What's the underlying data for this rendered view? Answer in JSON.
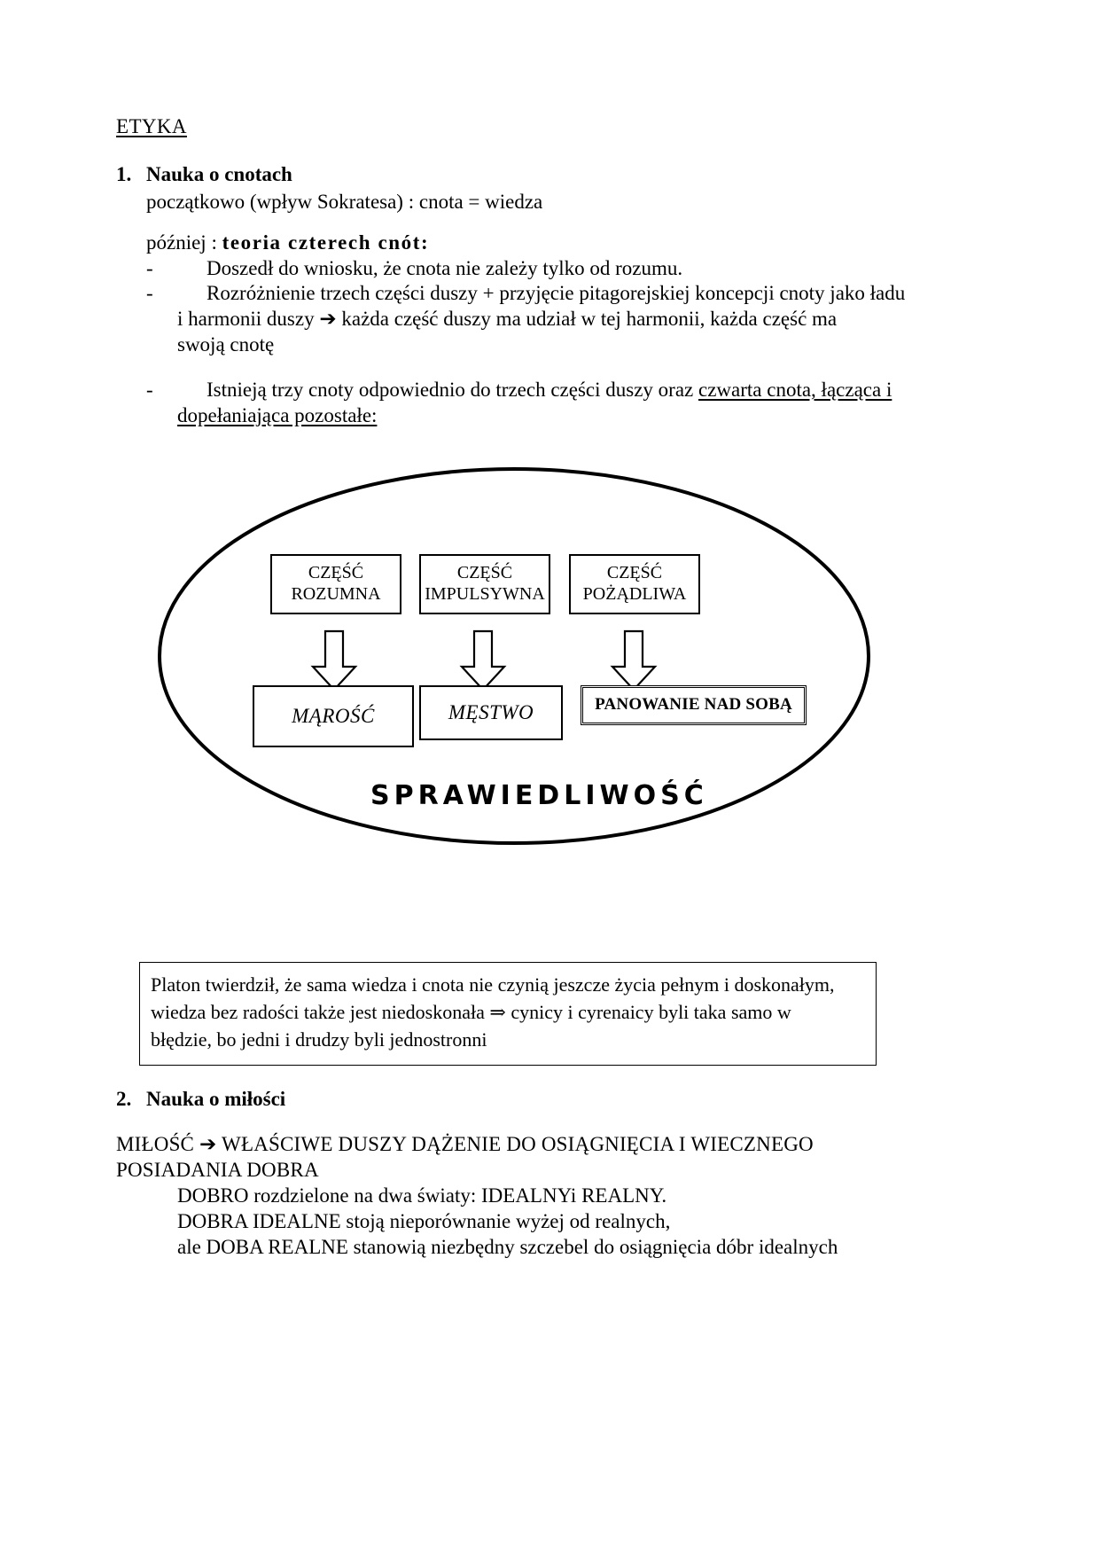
{
  "document": {
    "title": "ETYKA",
    "sections": [
      {
        "number": "1.",
        "heading": "Nauka o cnotach",
        "intro": "początkowo (wpływ Sokratesa) : cnota = wiedza",
        "subheading_prefix": "później : ",
        "subheading_bold": "teoria czterech cnót:",
        "bullets": [
          {
            "dash": "-",
            "lines": [
              "Doszedł do wniosku, że cnota  nie zależy tylko od rozumu."
            ]
          },
          {
            "dash": "-",
            "lines": [
              "Rozróżnienie trzech części duszy  + przyjęcie pitagorejskiej koncepcji cnoty jako ładu",
              "i harmonii duszy ➔ każda część duszy ma udział w tej harmonii, każda część ma",
              "swoją cnotę"
            ]
          },
          {
            "dash": "-",
            "lines": [
              "Istnieją trzy cnoty odpowiednio do trzech części duszy oraz czwarta cnota, łącząca i",
              "dopełaniająca pozostałe:"
            ],
            "bold_fragment": "trzy cnoty",
            "underlined_fragment": "czwarta cnota, łącząca i",
            "underlined_line2": "dopełaniająca pozostałe:"
          }
        ]
      },
      {
        "number": "2.",
        "heading": "Nauka o miłości",
        "lines": [
          "MIŁOŚĆ ➔ WŁAŚCIWE DUSZY DĄŻENIE DO OSIĄGNIĘCIA I WIECZNEGO",
          "POSIADANIA DOBRA"
        ],
        "indented_lines": [
          "DOBRO rozdzielone na dwa światy: IDEALNYi REALNY.",
          "DOBRA IDEALNE stoją nieporównanie wyżej od realnych,",
          "ale DOBA REALNE stanowią niezbędny szczebel do osiągnięcia dóbr idealnych"
        ]
      }
    ]
  },
  "diagram": {
    "outer_shape": "ellipse",
    "top_boxes": [
      {
        "line1": "CZĘŚĆ",
        "line2": "ROZUMNA"
      },
      {
        "line1": "CZĘŚĆ",
        "line2": "IMPULSYWNA"
      },
      {
        "line1": "CZĘŚĆ",
        "line2": "POŻĄDLIWA"
      }
    ],
    "arrows": [
      "down-block-arrow",
      "down-block-arrow",
      "down-block-arrow"
    ],
    "bottom_boxes": [
      {
        "label": "MĄROŚĆ",
        "style": "italic"
      },
      {
        "label": "MĘSTWO",
        "style": "italic"
      },
      {
        "label": "PANOWANIE NAD SOBĄ",
        "style": "bold"
      }
    ],
    "caption": "SPRAWIEDLIWOŚĆ"
  },
  "callout": {
    "lines": [
      "Platon twierdził, że sama wiedza i cnota nie czynią jeszcze życia pełnym i doskonałym,",
      "wiedza bez radości także jest niedoskonała ⇒ cynicy i cyrenaicy byli taka samo w",
      "błędzie, bo jedni i drudzy byli jednostronni"
    ]
  },
  "colors": {
    "text": "#000000",
    "page": "#ffffff",
    "stroke": "#000000"
  }
}
